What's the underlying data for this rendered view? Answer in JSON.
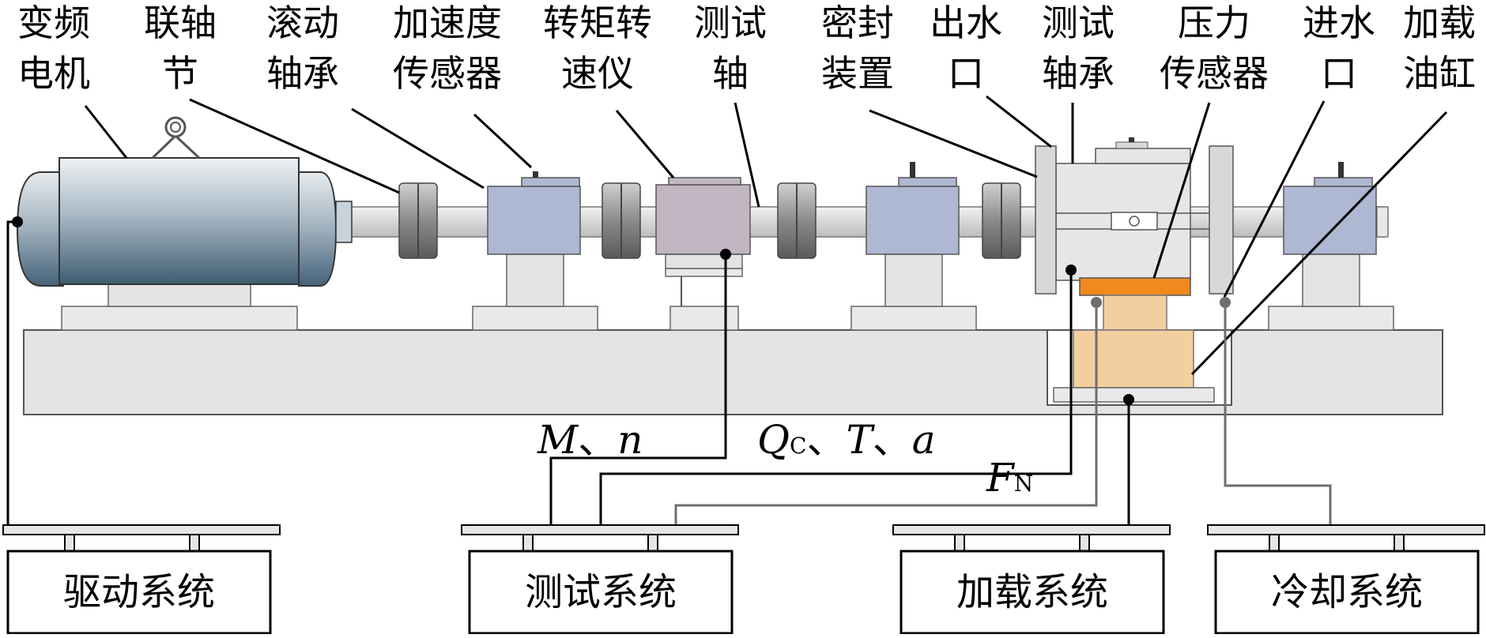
{
  "components": [
    {
      "id": "motor",
      "line1": "变频",
      "line2": "电机"
    },
    {
      "id": "coupling",
      "line1": "联轴",
      "line2": "节"
    },
    {
      "id": "rolling-bearing",
      "line1": "滚动",
      "line2": "轴承"
    },
    {
      "id": "accel-sensor",
      "line1": "加速度",
      "line2": "传感器"
    },
    {
      "id": "torque-meter",
      "line1": "转矩转",
      "line2": "速仪"
    },
    {
      "id": "test-shaft",
      "line1": "测试",
      "line2": "轴"
    },
    {
      "id": "seal",
      "line1": "密封",
      "line2": "装置"
    },
    {
      "id": "water-outlet",
      "line1": "出水",
      "line2": "口"
    },
    {
      "id": "test-bearing",
      "line1": "测试",
      "line2": "轴承"
    },
    {
      "id": "pressure-sensor",
      "line1": "压力",
      "line2": "传感器"
    },
    {
      "id": "water-inlet",
      "line1": "进水",
      "line2": "口"
    },
    {
      "id": "load-cylinder",
      "line1": "加载",
      "line2": "油缸"
    }
  ],
  "systems": {
    "drive": "驱动系统",
    "test": "测试系统",
    "load": "加载系统",
    "cooling": "冷却系统"
  },
  "signals": {
    "torque_speed": {
      "a": "M",
      "sep": "、",
      "b": "n"
    },
    "measurements": {
      "q": "Q",
      "q_sub": "C",
      "sep1": "、",
      "t": "T",
      "sep2": "、",
      "a": "a"
    },
    "force": {
      "f": "F",
      "f_sub": "N"
    }
  },
  "colors": {
    "motor": "#5f7f93",
    "bearing_block": "#aeb8d2",
    "torque_meter": "#c3b6c3",
    "pressure_sensor": "#f08a1e",
    "load_cylinder": "#f3cfa0",
    "frame": "#e4e4e4",
    "line": "#000000",
    "cooling_line": "#6e6e6e"
  }
}
